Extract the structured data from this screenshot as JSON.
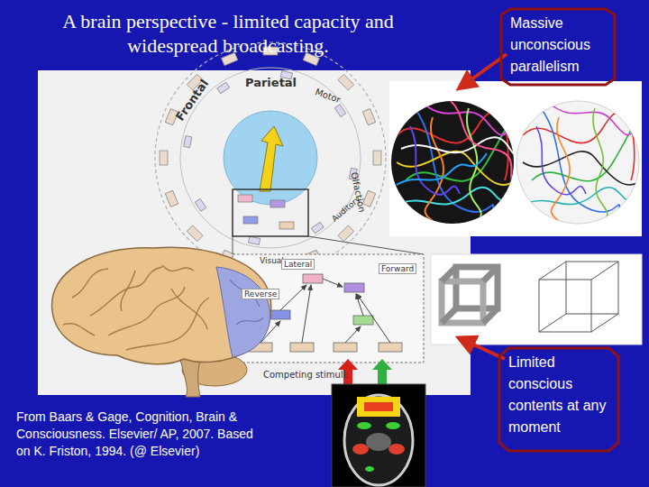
{
  "diagram": {
    "title": "A brain perspective - limited capacity and widespread broadcasting.",
    "caption": "From Baars & Gage, Cognition, Brain & Consciousness. Elsevier/ AP, 2007. Based on K. Friston, 1994. (@ Elsevier)",
    "nodes": [
      {
        "text": [
          "Massive unconscious parallelism"
        ]
      },
      {
        "text": [
          "Limited conscious contents at any moment"
        ]
      }
    ],
    "labels": [
      "Parietal",
      "Motor",
      "Frontal",
      "Olfaction",
      "Auditory",
      "Visual",
      "Lateral",
      "Forward",
      "Reverse",
      "Competing stimuli:"
    ]
  }
}
